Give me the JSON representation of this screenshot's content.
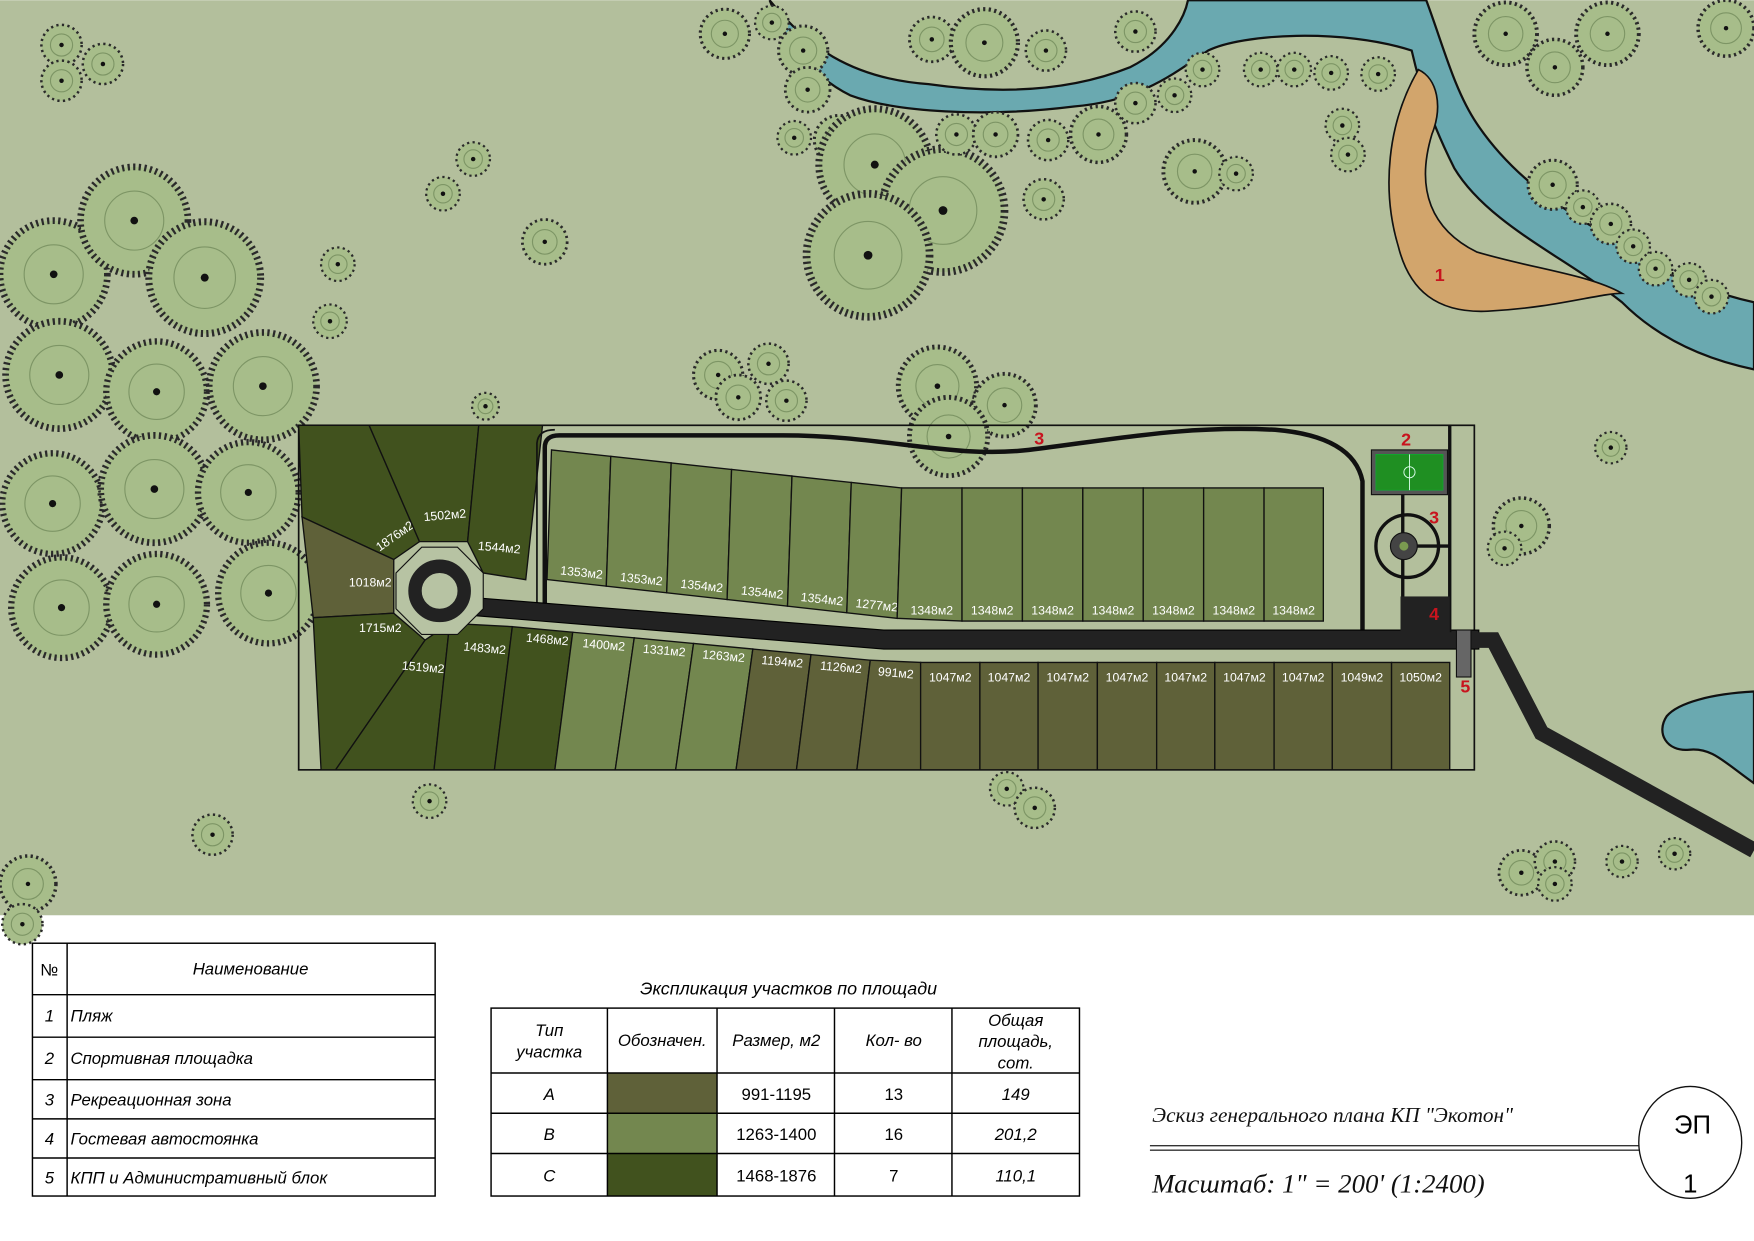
{
  "map": {
    "markers": {
      "beach": "1",
      "sports": "2",
      "recreation_north": "3",
      "recreation_east": "3",
      "parking": "4",
      "gate": "5"
    },
    "lots": [
      {
        "label": "1876м2",
        "type": "C"
      },
      {
        "label": "1502м2",
        "type": "C"
      },
      {
        "label": "1544м2",
        "type": "C"
      },
      {
        "label": "1018м2",
        "type": "A"
      },
      {
        "label": "1715м2",
        "type": "C"
      },
      {
        "label": "1519м2",
        "type": "C"
      },
      {
        "label": "1483м2",
        "type": "C"
      },
      {
        "label": "1468м2",
        "type": "C"
      },
      {
        "label": "1400м2",
        "type": "B"
      },
      {
        "label": "1331м2",
        "type": "B"
      },
      {
        "label": "1263м2",
        "type": "B"
      },
      {
        "label": "1194м2",
        "type": "A"
      },
      {
        "label": "1126м2",
        "type": "A"
      },
      {
        "label": "991м2",
        "type": "A"
      },
      {
        "label": "1047м2",
        "type": "A"
      },
      {
        "label": "1047м2",
        "type": "A"
      },
      {
        "label": "1047м2",
        "type": "A"
      },
      {
        "label": "1047м2",
        "type": "A"
      },
      {
        "label": "1047м2",
        "type": "A"
      },
      {
        "label": "1047м2",
        "type": "A"
      },
      {
        "label": "1047м2",
        "type": "A"
      },
      {
        "label": "1049м2",
        "type": "A"
      },
      {
        "label": "1050м2",
        "type": "A"
      },
      {
        "label": "1353м2",
        "type": "B"
      },
      {
        "label": "1353м2",
        "type": "B"
      },
      {
        "label": "1354м2",
        "type": "B"
      },
      {
        "label": "1354м2",
        "type": "B"
      },
      {
        "label": "1354м2",
        "type": "B"
      },
      {
        "label": "1277м2",
        "type": "B"
      },
      {
        "label": "1348м2",
        "type": "B"
      },
      {
        "label": "1348м2",
        "type": "B"
      },
      {
        "label": "1348м2",
        "type": "B"
      },
      {
        "label": "1348м2",
        "type": "B"
      },
      {
        "label": "1348м2",
        "type": "B"
      },
      {
        "label": "1348м2",
        "type": "B"
      },
      {
        "label": "1348м2",
        "type": "B"
      }
    ],
    "colors": {
      "ground": "#b3bf9c",
      "water": "#6aa9b0",
      "beach": "#d2a56c",
      "sports": "#1f8f22",
      "road": "#222222",
      "tree": "#a7bd8a"
    }
  },
  "legend_table": {
    "header": {
      "num": "№",
      "name": "Наименование"
    },
    "rows": [
      {
        "num": "1",
        "name": "Пляж"
      },
      {
        "num": "2",
        "name": "Спортивная площадка"
      },
      {
        "num": "3",
        "name": "Рекреационная зона"
      },
      {
        "num": "4",
        "name": "Гостевая автостоянка"
      },
      {
        "num": "5",
        "name": "КПП и Административный блок"
      }
    ]
  },
  "explication": {
    "title": "Экспликация участков по площади",
    "headers": {
      "type": [
        "Тип",
        "участка"
      ],
      "mark": "Обозначен.",
      "size": "Размер, м2",
      "count": "Кол- во",
      "area": [
        "Общая",
        "площадь,",
        "сот."
      ]
    },
    "rows": [
      {
        "type": "A",
        "color": "#5f6139",
        "size": "991-1195",
        "count": "13",
        "area": "149"
      },
      {
        "type": "B",
        "color": "#73874f",
        "size": "1263-1400",
        "count": "16",
        "area": "201,2"
      },
      {
        "type": "C",
        "color": "#41521e",
        "size": "1468-1876",
        "count": "7",
        "area": "110,1"
      }
    ]
  },
  "title_block": {
    "title": "Эскиз генерального плана КП \"Экотон\"",
    "scale": "Масштаб: 1\" = 200' (1:2400)",
    "sheet_code": "ЭП",
    "sheet_number": "1"
  }
}
